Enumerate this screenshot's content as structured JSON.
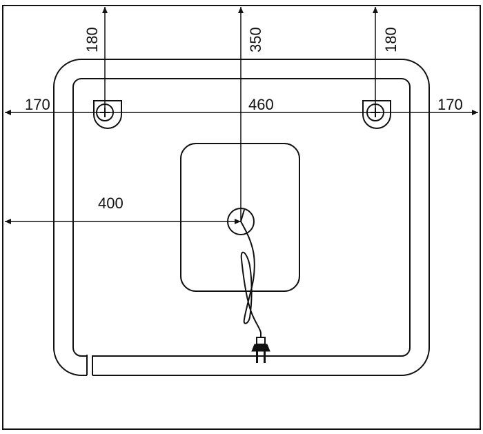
{
  "dimensions": {
    "left_margin": "170",
    "total_width": "460",
    "right_margin": "170",
    "left_hook_height": "180",
    "center_height": "350",
    "right_hook_height": "180",
    "outlet_offset": "400"
  },
  "colors": {
    "line": "#111111",
    "background": "#ffffff"
  },
  "icons": {
    "mount_hook": "mount-hook-icon",
    "outlet": "outlet-icon",
    "plug": "plug-icon"
  }
}
